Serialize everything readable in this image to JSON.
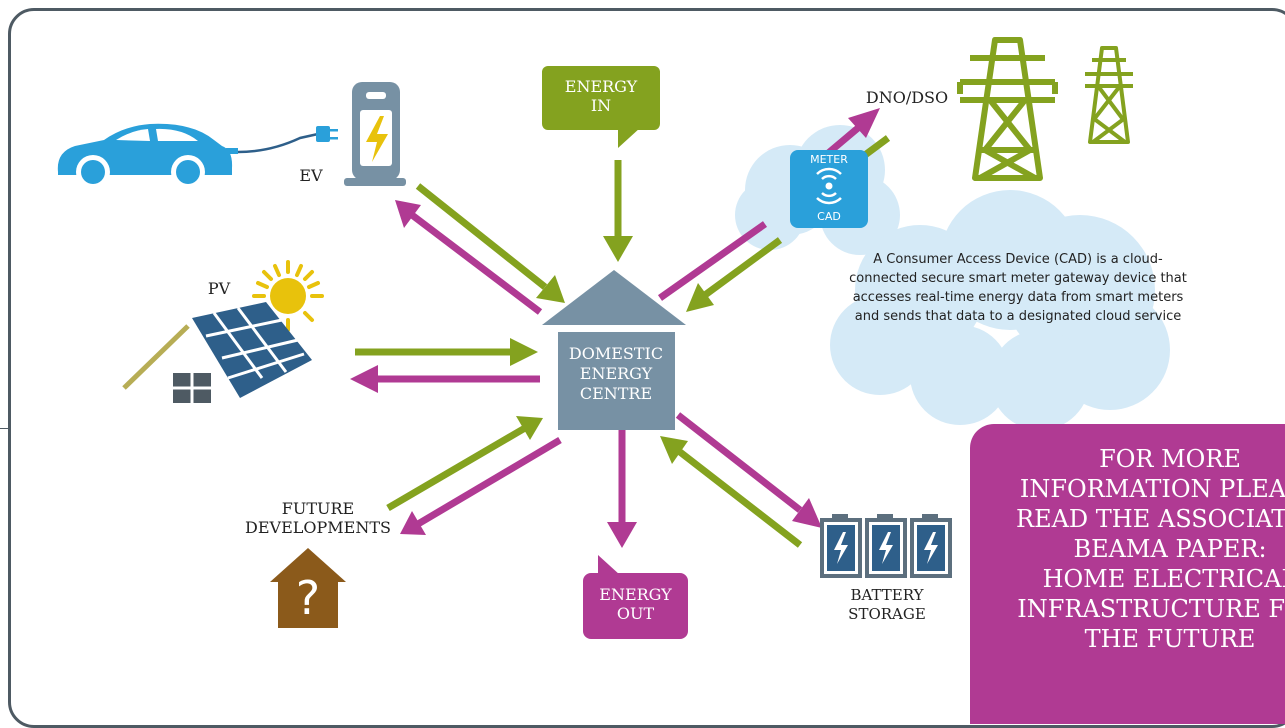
{
  "labels": {
    "energy_in": "ENERGY\nIN",
    "energy_out": "ENERGY\nOUT",
    "ev": "EV",
    "pv": "PV",
    "dno": "DNO/DSO",
    "domestic": "DOMESTIC\nENERGY\nCENTRE",
    "future": "FUTURE\nDEVELOPMENTS",
    "battery": "BATTERY\nSTORAGE",
    "meter": "METER",
    "cad": "CAD",
    "question_mark": "?"
  },
  "cad_description": "A Consumer Access Device (CAD) is a cloud-connected secure smart meter gateway device that accesses real-time energy data from smart meters and sends that data to a designated cloud service",
  "info_box_text": "FOR MORE\nINFORMATION PLEASE\nREAD THE ASSOCIATED\nBEAMA PAPER:\nHOME ELECTRICAL\nINFRASTRUCTURE FOR\nTHE FUTURE",
  "colors": {
    "green": "#84a21f",
    "magenta": "#b03a93",
    "slate": "#7791a4",
    "ev_blue": "#2aa0da",
    "cloud": "#d5eaf7",
    "panel": "#2e5f8a",
    "sun": "#e8c20c",
    "house_brown": "#8b5a1b",
    "battery_grey": "#5c6f7e"
  },
  "icons": [
    "electric-car-icon",
    "charging-station-icon",
    "solar-panel-icon",
    "sun-icon",
    "pylon-icon",
    "meter-icon",
    "battery-icon",
    "house-question-icon"
  ]
}
